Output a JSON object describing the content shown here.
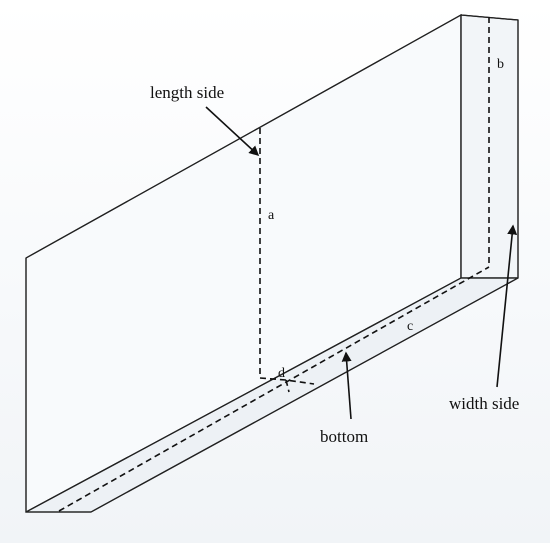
{
  "labels": {
    "length_side": "length side",
    "width_side": "width side",
    "bottom": "bottom",
    "a": "a",
    "b": "b",
    "c": "c",
    "d": "d"
  },
  "colors": {
    "line": "#222222",
    "face_front": "#f8fafc",
    "face_right": "#f2f5f8",
    "face_bottom": "#edf1f5"
  }
}
